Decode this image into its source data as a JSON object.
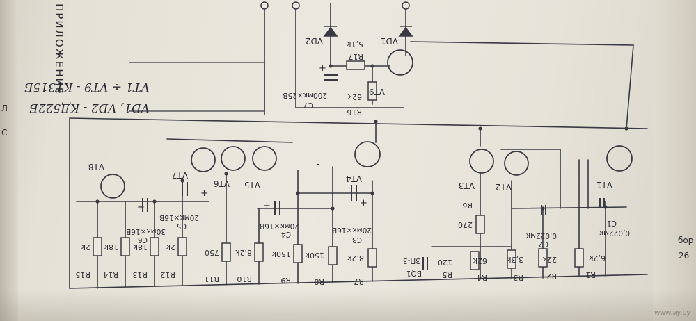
{
  "header": {
    "side_caption": "ПРИЛОЖЕНИЕ",
    "legend_line1": "VD1, VD2 - КД522Б",
    "legend_line2": "VT1 ÷ VT9 - КТ315Б"
  },
  "watermark": "www.ay.by",
  "edge_text": {
    "left_marks": [
      "Л",
      "С"
    ],
    "right_marks": [
      "26",
      "бор"
    ]
  },
  "diodes": [
    {
      "ref": "VD1"
    },
    {
      "ref": "VD2"
    }
  ],
  "transistors": [
    "VT1",
    "VT2",
    "VT3",
    "VT4",
    "VT5",
    "VT6",
    "VT7",
    "VT8",
    "VT9"
  ],
  "resistors": [
    {
      "ref": "R1",
      "value": "6,2k"
    },
    {
      "ref": "R2",
      "value": "22k"
    },
    {
      "ref": "R3",
      "value": "3,3k"
    },
    {
      "ref": "R4",
      "value": "62k"
    },
    {
      "ref": "R5",
      "value": "120"
    },
    {
      "ref": "R6",
      "value": "270"
    },
    {
      "ref": "R7",
      "value": "8,2k"
    },
    {
      "ref": "R8",
      "value": "150k"
    },
    {
      "ref": "R9",
      "value": "150k"
    },
    {
      "ref": "R10",
      "value": "8,2k"
    },
    {
      "ref": "R11",
      "value": "750"
    },
    {
      "ref": "R12",
      "value": "2k"
    },
    {
      "ref": "R13",
      "value": "18k"
    },
    {
      "ref": "R14",
      "value": "18k"
    },
    {
      "ref": "R15",
      "value": "2k"
    },
    {
      "ref": "R16",
      "value": "62k"
    },
    {
      "ref": "R17",
      "value": "5,1k"
    }
  ],
  "capacitors": [
    {
      "ref": "C1",
      "value": "0,022мк"
    },
    {
      "ref": "C2",
      "value": "0,022мк"
    },
    {
      "ref": "C3",
      "value": "20мк×16В"
    },
    {
      "ref": "C4",
      "value": "20мк×16В"
    },
    {
      "ref": "C5",
      "value": "20мк×16В"
    },
    {
      "ref": "C6",
      "value": "30мк×16В"
    },
    {
      "ref": "C7",
      "value": "200мк×25В"
    }
  ],
  "buzzer": {
    "ref": "BQ1",
    "value": "ЗП-3"
  },
  "polarity": {
    "plus": "+",
    "minus": "-"
  }
}
